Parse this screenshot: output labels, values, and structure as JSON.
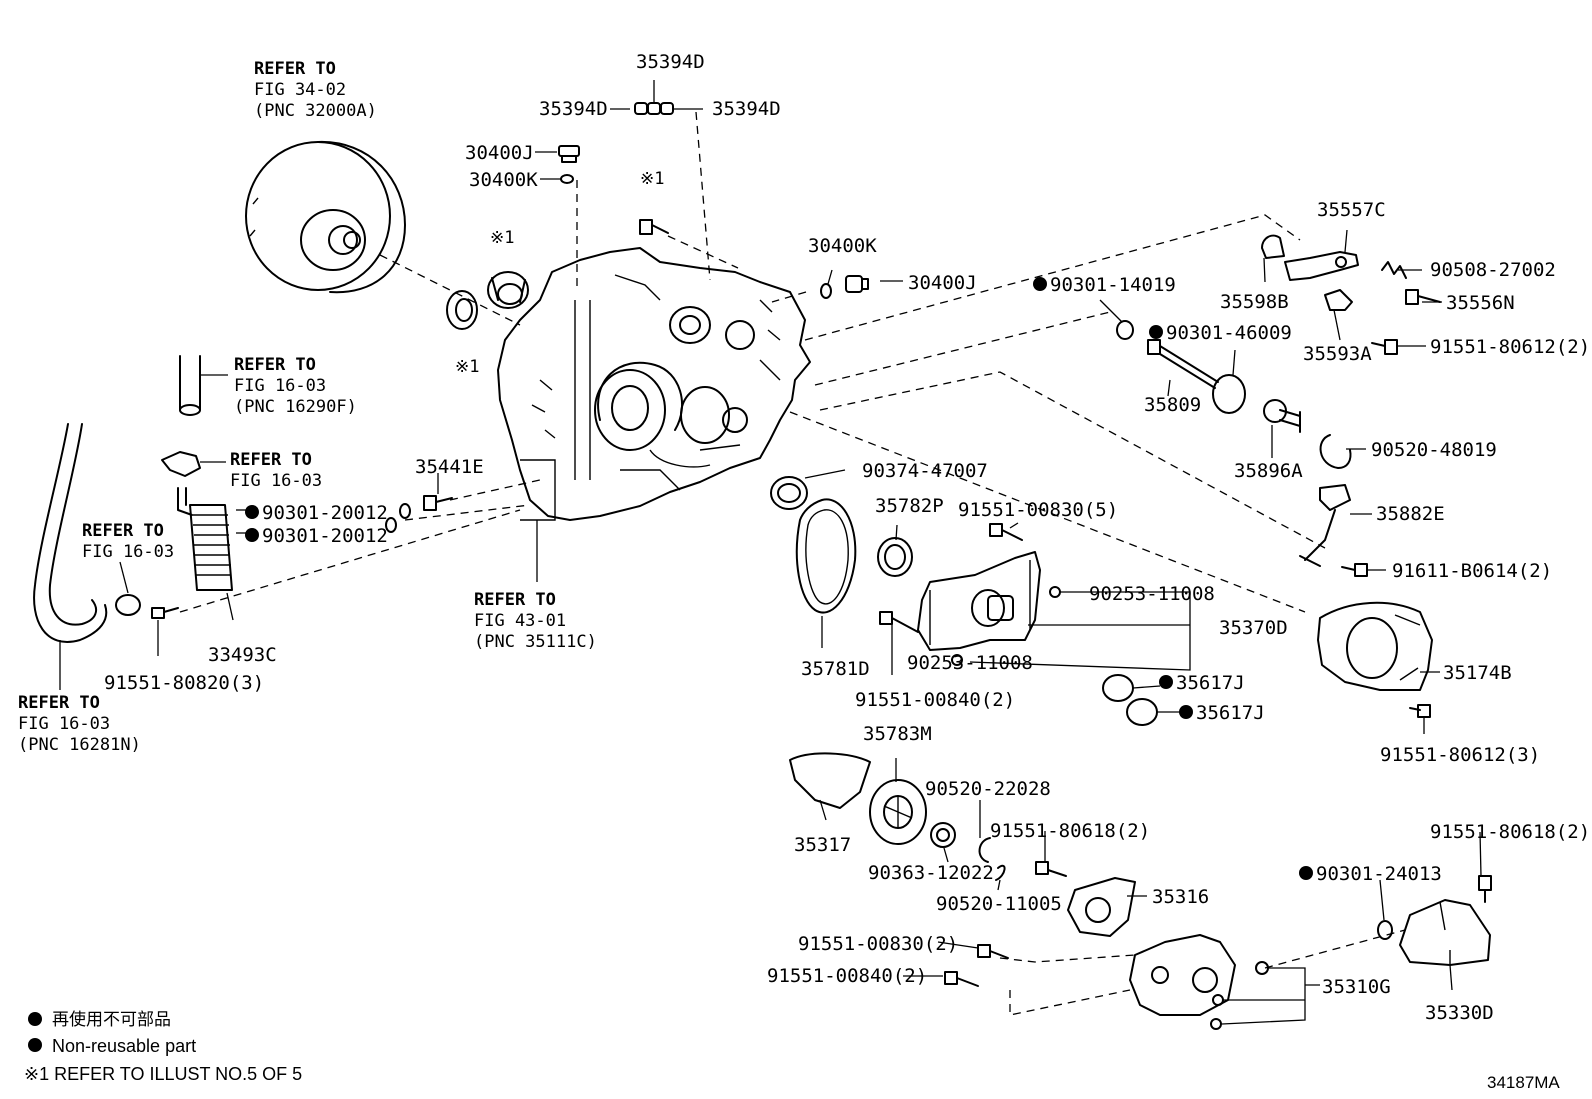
{
  "figure_id": "34187MA",
  "legend": {
    "cjk": "再使用不可部品",
    "en": "Non-reusable part",
    "note": "※1 REFER TO ILLUST NO.5 OF 5"
  },
  "references": [
    {
      "lines": [
        "REFER TO",
        "FIG 34-02",
        "(PNC 32000A)"
      ]
    },
    {
      "lines": [
        "REFER TO",
        "FIG 16-03",
        "(PNC 16290F)"
      ]
    },
    {
      "lines": [
        "REFER TO",
        "FIG 16-03"
      ]
    },
    {
      "lines": [
        "REFER TO",
        "FIG 16-03"
      ]
    },
    {
      "lines": [
        "REFER TO",
        "FIG 16-03",
        "(PNC 16281N)"
      ]
    },
    {
      "lines": [
        "REFER TO",
        "FIG 43-01",
        "(PNC 35111C)"
      ]
    }
  ],
  "notes": [
    "※1",
    "※1",
    "※1"
  ],
  "labels": [
    {
      "text": "35394D",
      "dot": false
    },
    {
      "text": "35394D",
      "dot": false
    },
    {
      "text": "35394D",
      "dot": false
    },
    {
      "text": "30400J",
      "dot": false
    },
    {
      "text": "30400K",
      "dot": false
    },
    {
      "text": "30400K",
      "dot": false
    },
    {
      "text": "30400J",
      "dot": false
    },
    {
      "text": "90301-14019",
      "dot": true
    },
    {
      "text": "90301-46009",
      "dot": true
    },
    {
      "text": "35557C",
      "dot": false
    },
    {
      "text": "90508-27002",
      "dot": false
    },
    {
      "text": "35598B",
      "dot": false
    },
    {
      "text": "35556N",
      "dot": false
    },
    {
      "text": "35593A",
      "dot": false
    },
    {
      "text": "91551-80612(2)",
      "dot": false
    },
    {
      "text": "35809",
      "dot": false
    },
    {
      "text": "35896A",
      "dot": false
    },
    {
      "text": "90520-48019",
      "dot": false
    },
    {
      "text": "35882E",
      "dot": false
    },
    {
      "text": "91611-B0614(2)",
      "dot": false
    },
    {
      "text": "35441E",
      "dot": false
    },
    {
      "text": "90301-20012",
      "dot": true
    },
    {
      "text": "90301-20012",
      "dot": true
    },
    {
      "text": "33493C",
      "dot": false
    },
    {
      "text": "91551-80820(3)",
      "dot": false
    },
    {
      "text": "90374-47007",
      "dot": false
    },
    {
      "text": "35782P",
      "dot": false
    },
    {
      "text": "91551-00830(5)",
      "dot": false
    },
    {
      "text": "90253-11008",
      "dot": false
    },
    {
      "text": "35370D",
      "dot": false
    },
    {
      "text": "90253-11008",
      "dot": false
    },
    {
      "text": "35781D",
      "dot": false
    },
    {
      "text": "91551-00840(2)",
      "dot": false
    },
    {
      "text": "35617J",
      "dot": true
    },
    {
      "text": "35617J",
      "dot": true
    },
    {
      "text": "35174B",
      "dot": false
    },
    {
      "text": "91551-80612(3)",
      "dot": false
    },
    {
      "text": "35783M",
      "dot": false
    },
    {
      "text": "90520-22028",
      "dot": false
    },
    {
      "text": "35317",
      "dot": false
    },
    {
      "text": "91551-80618(2)",
      "dot": false
    },
    {
      "text": "90363-12022",
      "dot": false
    },
    {
      "text": "90520-11005",
      "dot": false
    },
    {
      "text": "35316",
      "dot": false
    },
    {
      "text": "91551-80618(2)",
      "dot": false
    },
    {
      "text": "90301-24013",
      "dot": true
    },
    {
      "text": "91551-00830(2)",
      "dot": false
    },
    {
      "text": "91551-00840(2)",
      "dot": false
    },
    {
      "text": "35310G",
      "dot": false
    },
    {
      "text": "35330D",
      "dot": false
    }
  ]
}
